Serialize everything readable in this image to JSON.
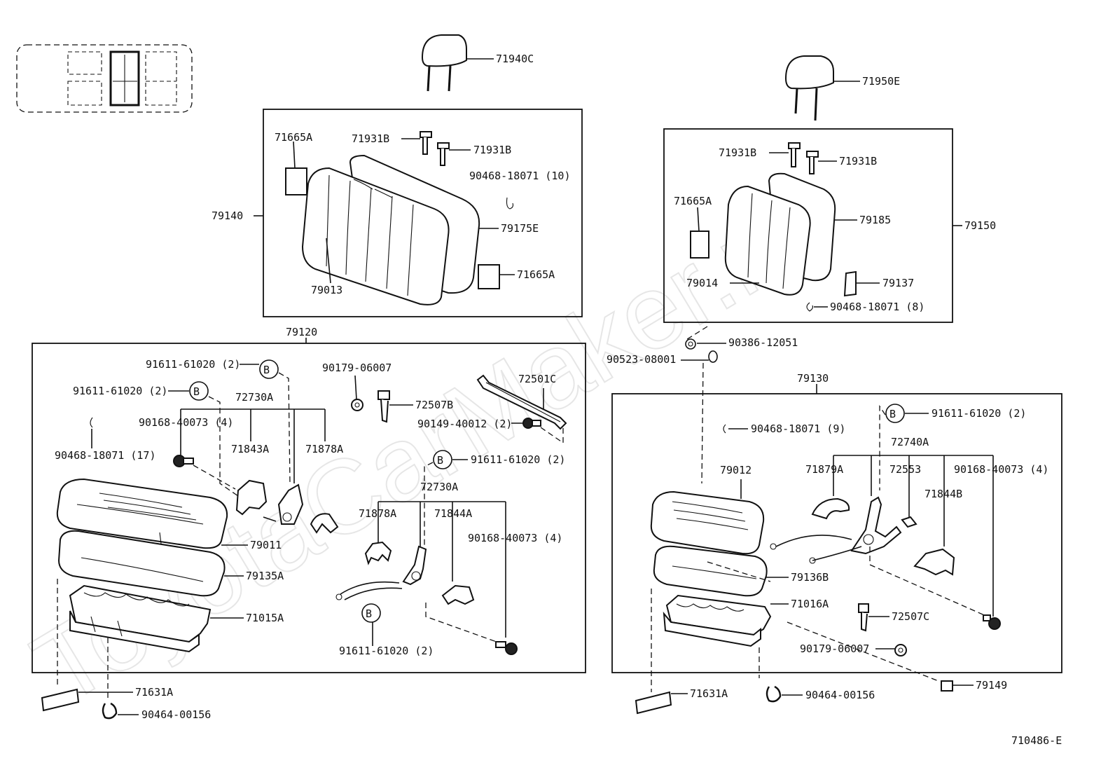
{
  "watermark": "ToyotaCarMaker.ru",
  "diagram_code": "710486-E",
  "callouts": {
    "headrest_left": "71940C",
    "headrest_right": "71950E",
    "back_left_assy": "79140",
    "back_right_assy": "79150",
    "cushion_left_assy": "79120",
    "cushion_right_assy": "79130",
    "lb_71665A_a": "71665A",
    "lb_71931B_a": "71931B",
    "lb_71931B_b": "71931B",
    "lb_90468_10": "90468-18071 (10)",
    "lb_79175E": "79175E",
    "lb_71665A_b": "71665A",
    "lb_79013": "79013",
    "rb_71931B_a": "71931B",
    "rb_71931B_b": "71931B",
    "rb_71665A": "71665A",
    "rb_79185": "79185",
    "rb_79014": "79014",
    "rb_79137": "79137",
    "rb_90468_8": "90468-18071 (8)",
    "m_90386": "90386-12051",
    "m_90523": "90523-08001",
    "lc_91611_a": "91611-61020 (2)",
    "lc_91611_b": "91611-61020 (2)",
    "lc_90179": "90179-06007",
    "lc_72501C": "72501C",
    "lc_72730A_a": "72730A",
    "lc_72507B": "72507B",
    "lc_90168_a": "90168-40073 (4)",
    "lc_90149": "90149-40012 (2)",
    "lc_71843A": "71843A",
    "lc_71878A_a": "71878A",
    "lc_90468_17": "90468-18071 (17)",
    "lc_91611_c": "91611-61020 (2)",
    "lc_72730A_b": "72730A",
    "lc_71878A_b": "71878A",
    "lc_71844A": "71844A",
    "lc_90168_b": "90168-40073 (4)",
    "lc_79011": "79011",
    "lc_79135A": "79135A",
    "lc_71015A": "71015A",
    "lc_91611_d": "91611-61020 (2)",
    "lc_71631A": "71631A",
    "lc_90464": "90464-00156",
    "rc_91611": "91611-61020 (2)",
    "rc_90468_9": "90468-18071 (9)",
    "rc_72740A": "72740A",
    "rc_79012": "79012",
    "rc_71879A": "71879A",
    "rc_72553": "72553",
    "rc_90168": "90168-40073 (4)",
    "rc_71844B": "71844B",
    "rc_79136B": "79136B",
    "rc_71016A": "71016A",
    "rc_72507C": "72507C",
    "rc_90179": "90179-06007",
    "rc_79149": "79149",
    "rc_71631A": "71631A",
    "rc_90464": "90464-00156"
  },
  "markers": {
    "b1": "B",
    "b2": "B",
    "b3": "B",
    "b4": "B",
    "b5": "B"
  }
}
